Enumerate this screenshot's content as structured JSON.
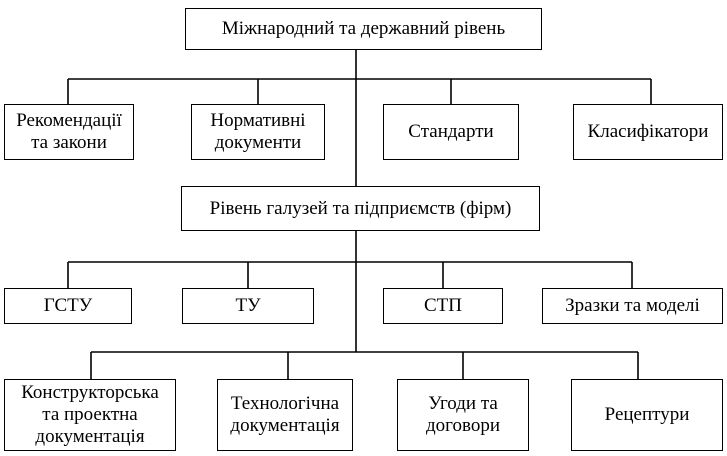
{
  "levels": {
    "international": {
      "title": "Міжнародний та державний рівень",
      "children": [
        "Рекомендації\nта закони",
        "Нормативні\nдокументи",
        "Стандарти",
        "Класифікатори"
      ]
    },
    "industry": {
      "title": "Рівень галузей та підприємств (фірм)",
      "children_row1": [
        "ГСТУ",
        "ТУ",
        "СТП",
        "Зразки та моделі"
      ],
      "children_row2": [
        "Конструкторська\nта проектна\nдокументація",
        "Технологічна\nдокументація",
        "Угоди та\nдоговори",
        "Рецептури"
      ]
    }
  }
}
